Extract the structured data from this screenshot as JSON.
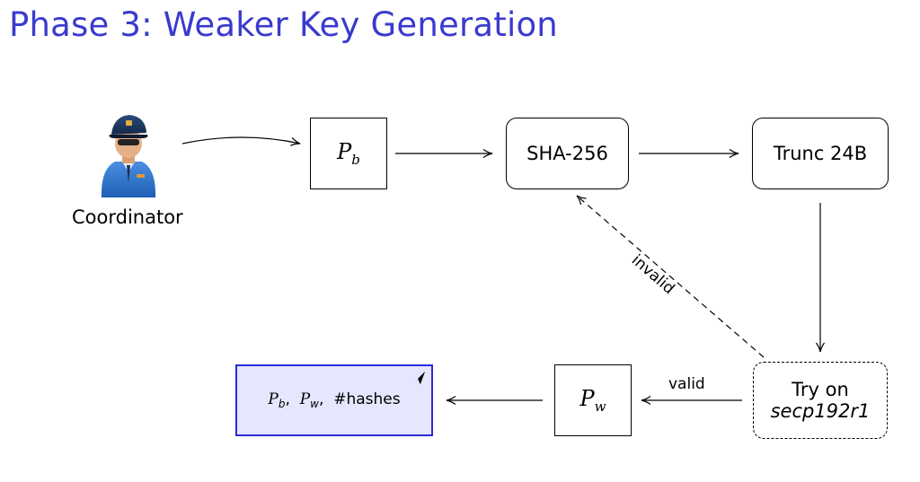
{
  "title": "Phase 3: Weaker Key Generation",
  "actor": {
    "label": "Coordinator",
    "icon": "police-officer-icon"
  },
  "nodes": {
    "pb": {
      "base": "P",
      "sub": "b"
    },
    "sha": {
      "label": "SHA-256"
    },
    "trunc": {
      "label": "Trunc 24B"
    },
    "try": {
      "line1": "Try on",
      "line2": "secp192r1"
    },
    "pw": {
      "base": "P",
      "sub": "w"
    },
    "result": {
      "p1_base": "P",
      "p1_sub": "b",
      "sep": ",",
      "p2_base": "P",
      "p2_sub": "w",
      "tail": "#hashes",
      "icon": "send-arrow-icon"
    }
  },
  "edges": {
    "valid": "valid",
    "invalid": "invalid"
  },
  "colors": {
    "title": "#3a3acf",
    "result_fill": "#e6e6ff",
    "result_border": "#2a2ad6"
  }
}
